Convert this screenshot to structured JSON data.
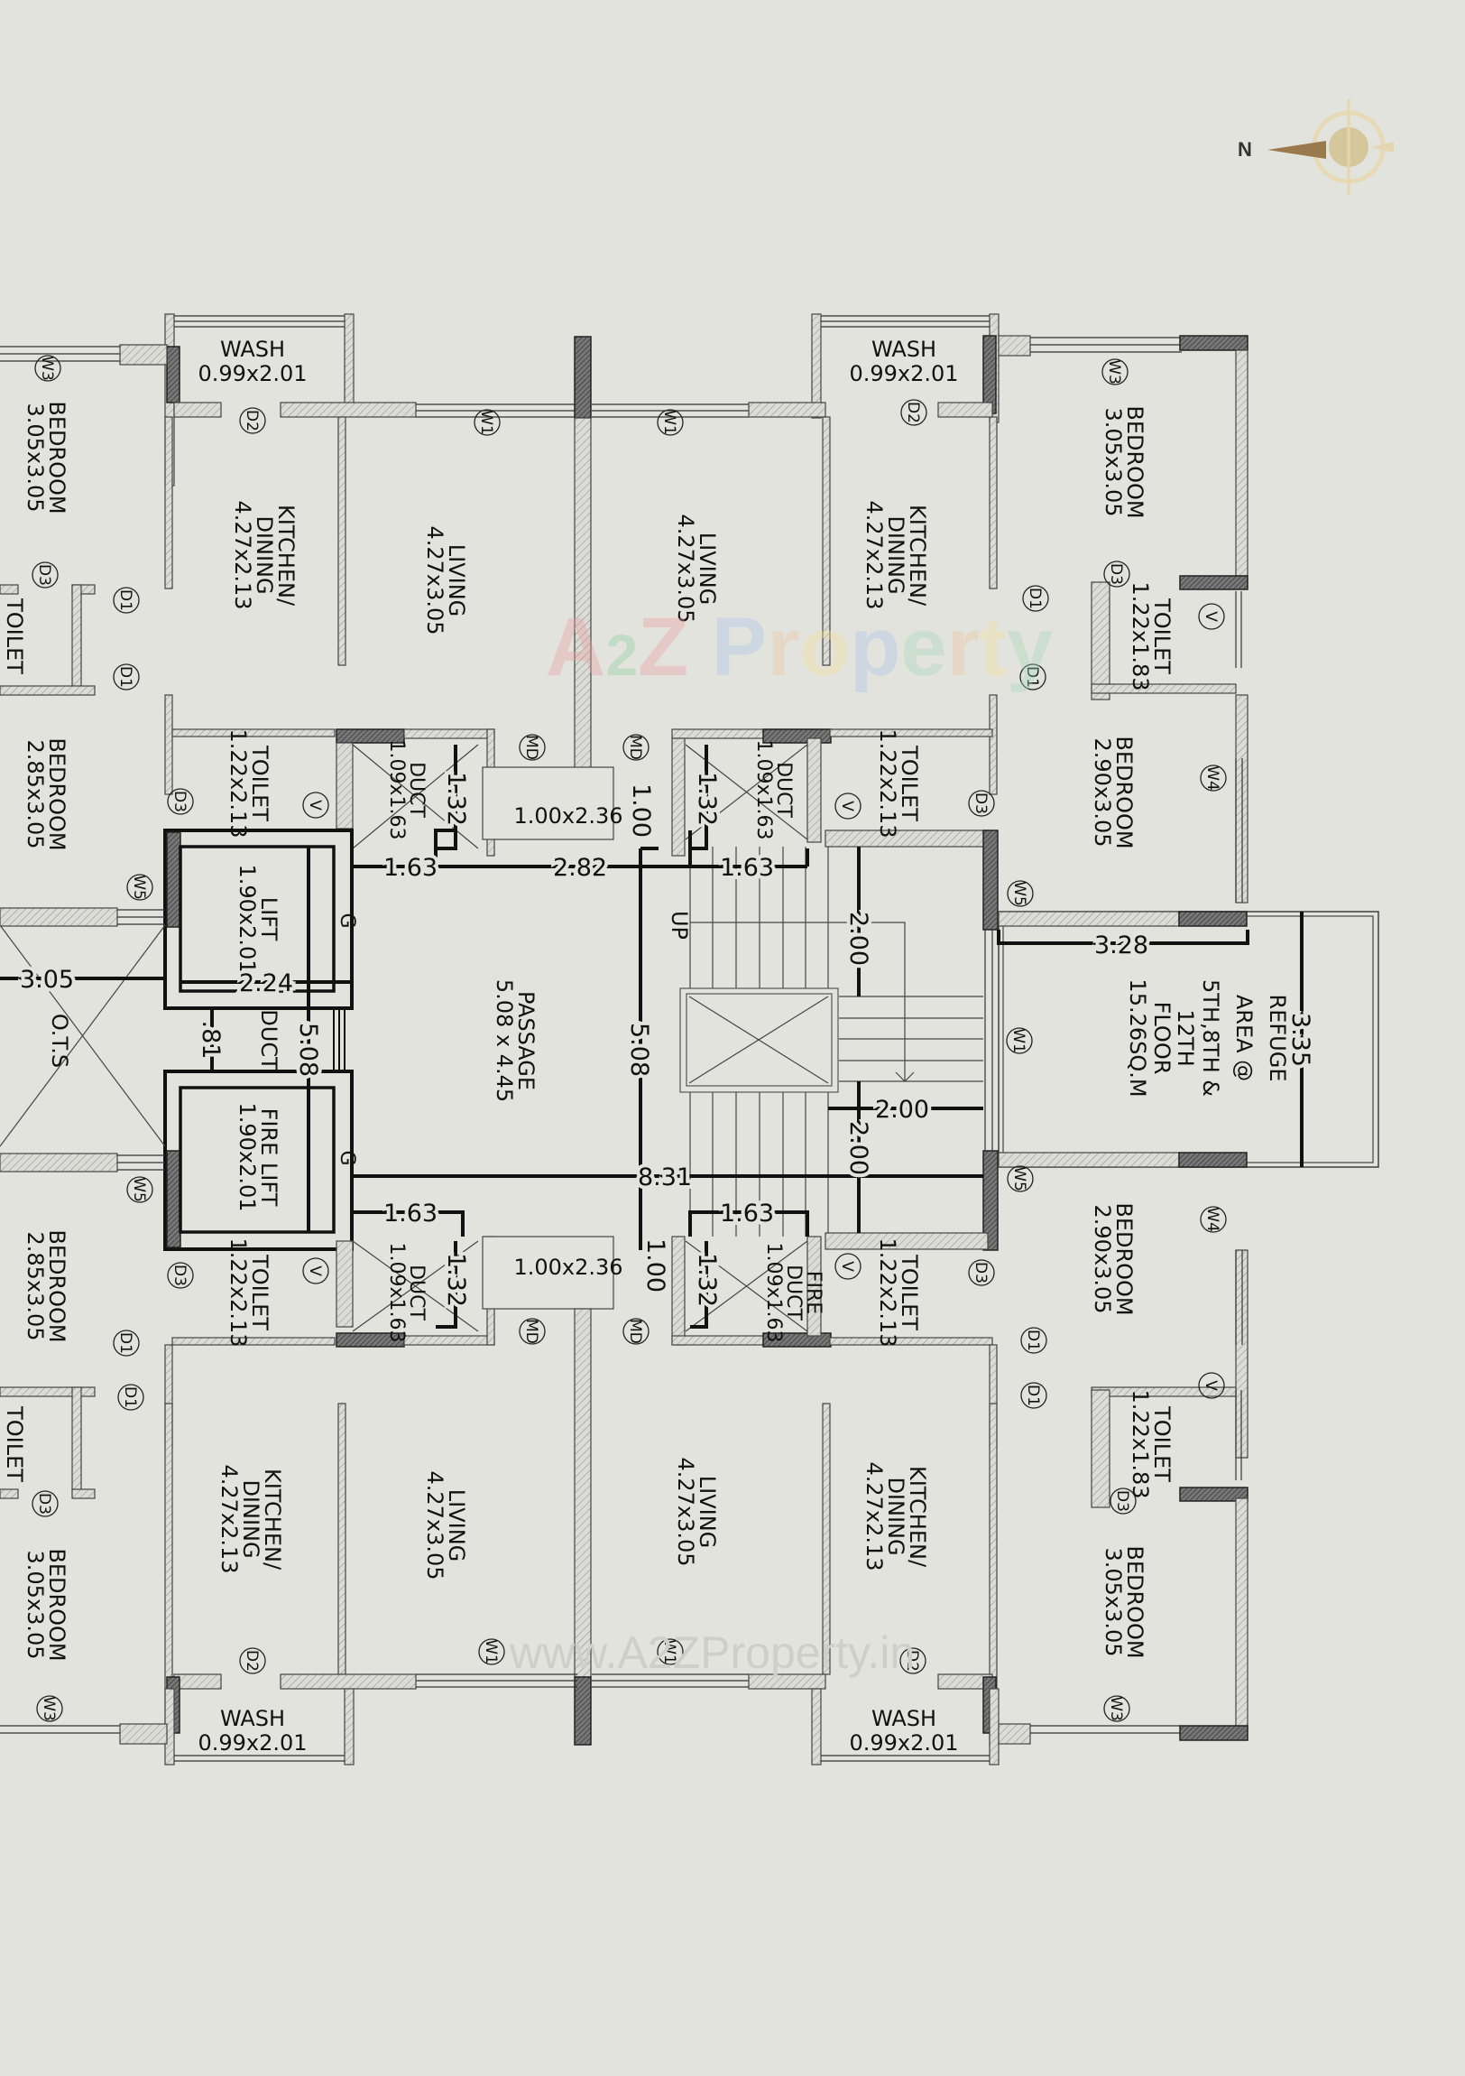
{
  "compass": {
    "label": "N",
    "accent": "#b8a06a"
  },
  "watermark": {
    "brand_parts": [
      {
        "text": "A",
        "color": "#e8a0a0"
      },
      {
        "text": "2",
        "color": "#8fcf9f"
      },
      {
        "text": "Z",
        "color": "#e8a0a0"
      },
      {
        "text": " P",
        "color": "#a9c6ea"
      },
      {
        "text": "r",
        "color": "#f0c6a4"
      },
      {
        "text": "o",
        "color": "#f3e09a"
      },
      {
        "text": "p",
        "color": "#a9c6ea"
      },
      {
        "text": "e",
        "color": "#a7d9b6"
      },
      {
        "text": "r",
        "color": "#f0c6a4"
      },
      {
        "text": "t",
        "color": "#f3e09a"
      },
      {
        "text": "y",
        "color": "#a7d9b6"
      }
    ],
    "url": "www.A2ZProperty.in"
  },
  "rooms": {
    "wash_tl": {
      "name": "WASH",
      "size": "0.99x2.01"
    },
    "wash_tr": {
      "name": "WASH",
      "size": "0.99x2.01"
    },
    "wash_bl": {
      "name": "WASH",
      "size": "0.99x2.01"
    },
    "wash_br": {
      "name": "WASH",
      "size": "0.99x2.01"
    },
    "bedroom_tl": {
      "name": "BEDROOM",
      "size": "3.05x3.05"
    },
    "bedroom_tr": {
      "name": "BEDROOM",
      "size": "3.05x3.05"
    },
    "bedroom_bl": {
      "name": "BEDROOM",
      "size": "3.05x3.05"
    },
    "bedroom_br": {
      "name": "BEDROOM",
      "size": "3.05x3.05"
    },
    "bedroom_ml": {
      "name": "BEDROOM",
      "size": "2.85x3.05"
    },
    "bedroom_ml2": {
      "name": "BEDROOM",
      "size": "2.85x3.05"
    },
    "bedroom_mr": {
      "name": "BEDROOM",
      "size": "2.90x3.05"
    },
    "bedroom_mr2": {
      "name": "BEDROOM",
      "size": "2.90x3.05"
    },
    "kitchen_tl": {
      "name": "KITCHEN/",
      "name2": "DINING",
      "size": "4.27x2.13"
    },
    "kitchen_tr": {
      "name": "KITCHEN/",
      "name2": "DINING",
      "size": "4.27x2.13"
    },
    "kitchen_bl": {
      "name": "KITCHEN/",
      "name2": "DINING",
      "size": "4.27x2.13"
    },
    "kitchen_br": {
      "name": "KITCHEN/",
      "name2": "DINING",
      "size": "4.27x2.13"
    },
    "living_tl": {
      "name": "LIVING",
      "size": "4.27x3.05"
    },
    "living_tr": {
      "name": "LIVING",
      "size": "4.27x3.05"
    },
    "living_bl": {
      "name": "LIVING",
      "size": "4.27x3.05"
    },
    "living_br": {
      "name": "LIVING",
      "size": "4.27x3.05"
    },
    "toilet_tl_small": {
      "name": "TOILET"
    },
    "toilet_bl_small": {
      "name": "TOILET"
    },
    "toilet_tr_small": {
      "name": "TOILET",
      "size": "1.22x1.83"
    },
    "toilet_br_small": {
      "name": "TOILET",
      "size": "1.22x1.83"
    },
    "toilet_ml": {
      "name": "TOILET",
      "size": "1.22x2.13"
    },
    "toilet_ml2": {
      "name": "TOILET",
      "size": "1.22x2.13"
    },
    "toilet_mr": {
      "name": "TOILET",
      "size": "1.22x2.13"
    },
    "toilet_mr2": {
      "name": "TOILET",
      "size": "1.22x2.13"
    },
    "duct_tl": {
      "name": "DUCT",
      "size": "1.09x1.63"
    },
    "duct_tr": {
      "name": "DUCT",
      "size": "1.09x1.63"
    },
    "duct_bl": {
      "name": "DUCT",
      "size": "1.09x1.63"
    },
    "fire_duct": {
      "name": "FIRE",
      "name2": "DUCT",
      "size": "1.09x1.63"
    },
    "lobby_top": {
      "size": "1.00x2.36"
    },
    "lobby_bottom": {
      "size": "1.00x2.36"
    },
    "lift": {
      "name": "LIFT",
      "size": "1.90x2.01"
    },
    "fire_lift": {
      "name": "FIRE LIFT",
      "size": "1.90x2.01"
    },
    "lift_duct": {
      "name": "DUCT"
    },
    "passage": {
      "name": "PASSAGE",
      "size": "5.08 x 4.45"
    },
    "ots": {
      "name": "O.T.S"
    },
    "stair": {
      "label": "UP"
    },
    "refuge": {
      "lines": [
        "REFUGE",
        "AREA @",
        "5TH,8TH &",
        "12TH",
        "FLOOR",
        "15.26SQ.M"
      ]
    }
  },
  "tags": {
    "W1": "W1",
    "W3": "W3",
    "W4": "W4",
    "W5": "W5",
    "D1": "D1",
    "D2": "D2",
    "D3": "D3",
    "MD": "MD",
    "V": "V",
    "G": "G"
  },
  "dimensions": {
    "d163a": "1.63",
    "d282": "2.82",
    "d163b": "1.63",
    "d132a": "1.32",
    "d132b": "1.32",
    "d132c": "1.32",
    "d132d": "1.32",
    "d100a": "1.00",
    "d100b": "1.00",
    "d200a": "2.00",
    "d200b": "2.00",
    "d200c": "2.00",
    "d508a": "5.08",
    "d508b": "5.08",
    "d831": "8.31",
    "d163c": "1.63",
    "d163d": "1.63",
    "d305": "3.05",
    "d224": "2.24",
    "d81": ".81",
    "d328": "3.28",
    "d335": "3.35"
  }
}
